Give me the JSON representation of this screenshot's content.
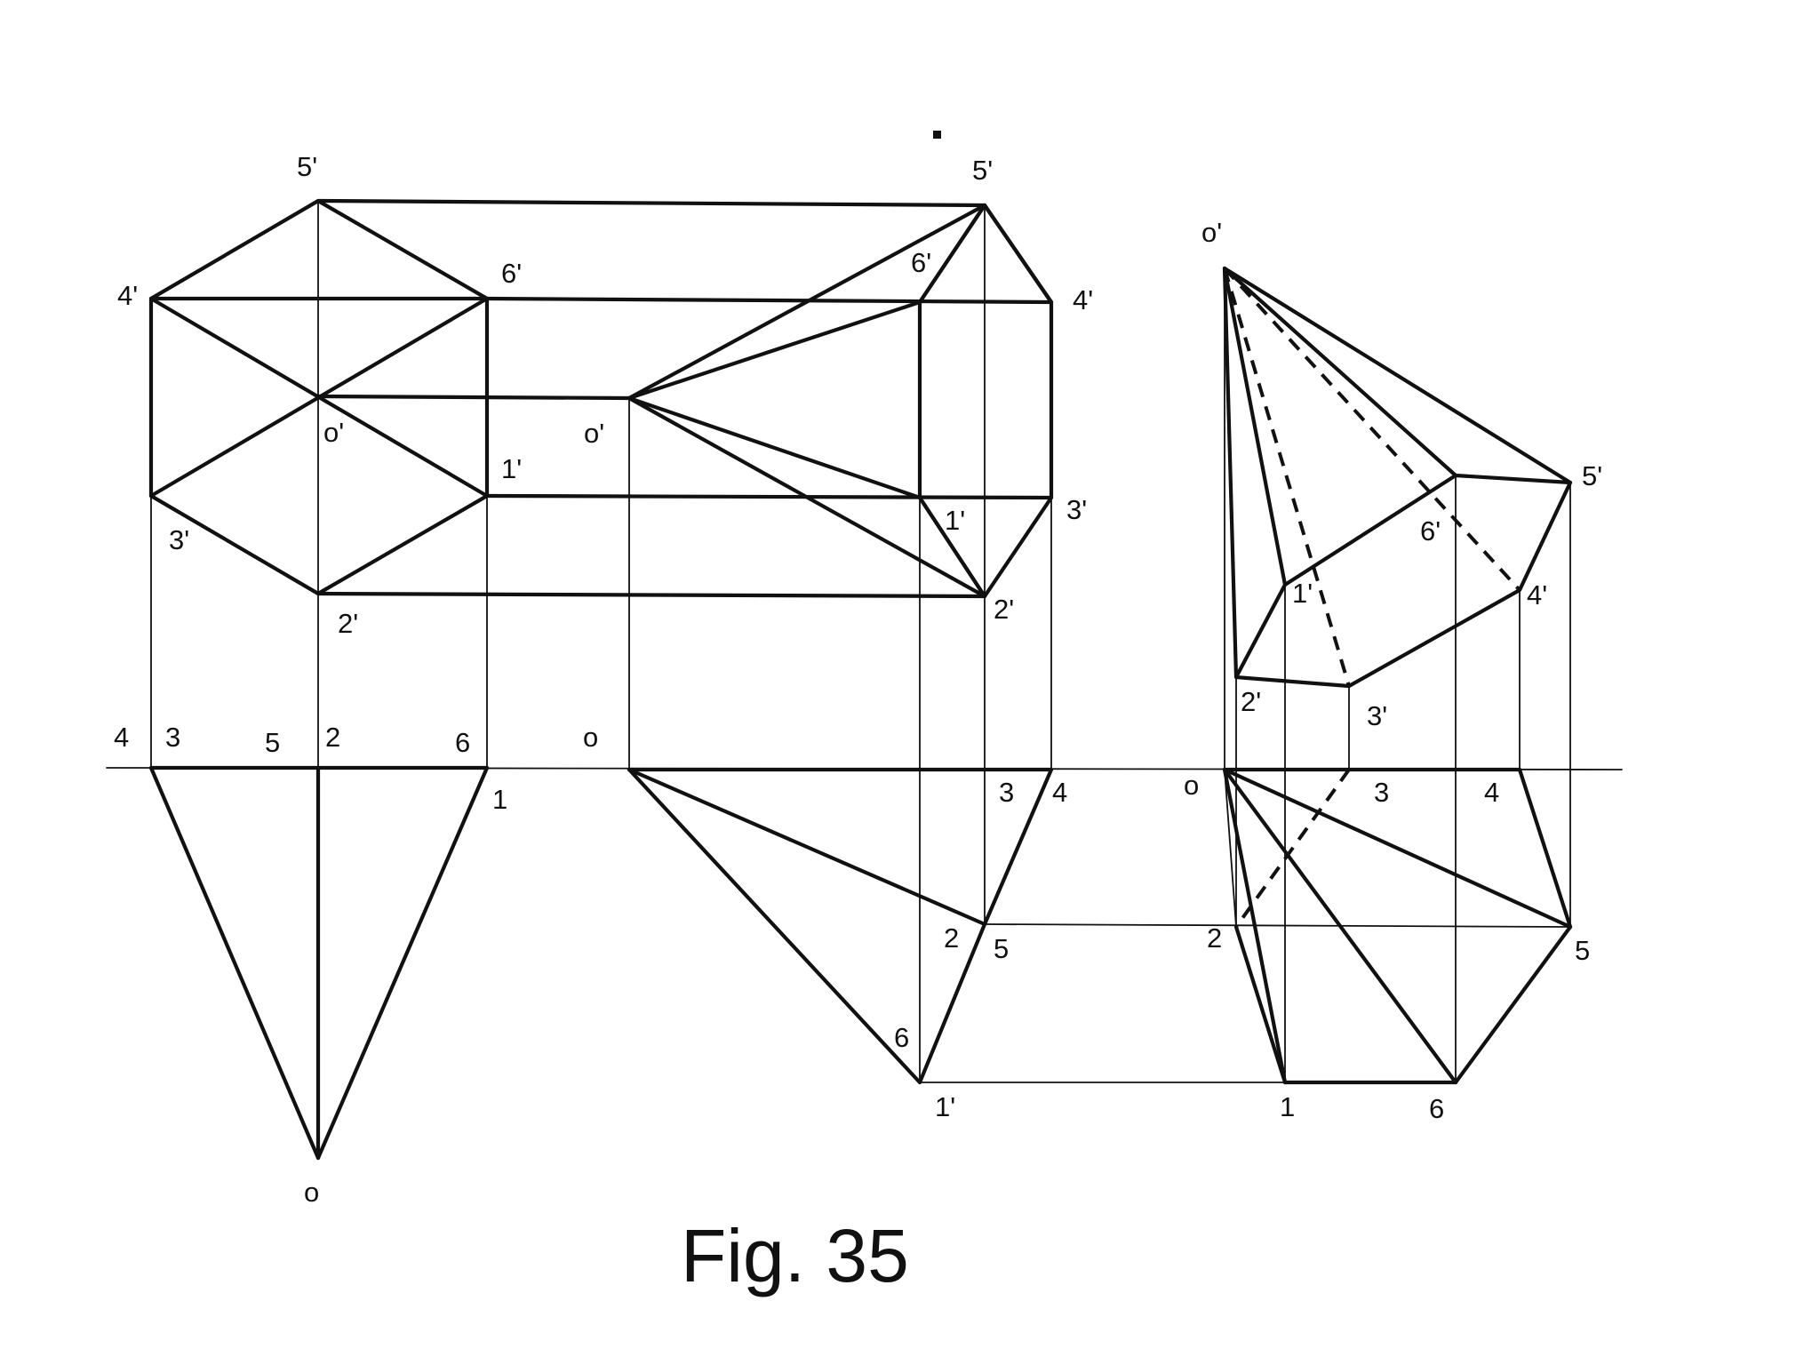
{
  "figure": {
    "caption": "Fig. 35",
    "views": {
      "front_elevation": {
        "labels": [
          "5'",
          "6'",
          "4'",
          "o'",
          "1'",
          "3'",
          "2'"
        ]
      },
      "plan": {
        "labels": [
          "4",
          "3",
          "5",
          "2",
          "6",
          "1",
          "o"
        ]
      },
      "side_elevation": {
        "labels": [
          "5'",
          "6'",
          "4'",
          "o'",
          "1'",
          "3'",
          "2'"
        ]
      },
      "side_plan": {
        "labels": [
          "o",
          "3",
          "4",
          "2",
          "5",
          "6",
          "1'"
        ]
      },
      "auxiliary_pyramid": {
        "labels": [
          "o'",
          "5'",
          "6'",
          "1'",
          "4'",
          "2'",
          "3'"
        ]
      },
      "auxiliary_plan": {
        "labels": [
          "o",
          "3",
          "4",
          "2",
          "5",
          "1",
          "6"
        ]
      }
    }
  }
}
